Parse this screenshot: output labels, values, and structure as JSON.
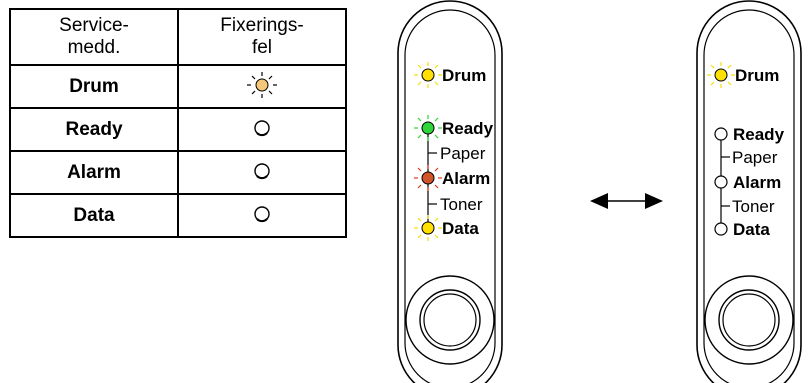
{
  "table": {
    "header": {
      "col1_line1": "Service-",
      "col1_line2": "medd.",
      "col2_line1": "Fixerings-",
      "col2_line2": "fel"
    },
    "rows": [
      {
        "label": "Drum",
        "led_state": "blinking",
        "led_color": "#f5c778"
      },
      {
        "label": "Ready",
        "led_state": "off"
      },
      {
        "label": "Alarm",
        "led_state": "off"
      },
      {
        "label": "Data",
        "led_state": "off"
      }
    ]
  },
  "panel_left": {
    "labels": {
      "drum": "Drum",
      "ready": "Ready",
      "paper": "Paper",
      "alarm": "Alarm",
      "toner": "Toner",
      "data": "Data"
    },
    "leds": {
      "drum": {
        "state": "on",
        "color": "#ffe000"
      },
      "ready": {
        "state": "on",
        "color": "#2ed63a"
      },
      "alarm": {
        "state": "on",
        "color": "#d2542a"
      },
      "data": {
        "state": "on",
        "color": "#ffe000"
      }
    }
  },
  "panel_right": {
    "labels": {
      "drum": "Drum",
      "ready": "Ready",
      "paper": "Paper",
      "alarm": "Alarm",
      "toner": "Toner",
      "data": "Data"
    },
    "leds": {
      "drum": {
        "state": "on",
        "color": "#ffe000"
      },
      "ready": {
        "state": "off"
      },
      "alarm": {
        "state": "off"
      },
      "data": {
        "state": "off"
      }
    }
  },
  "arrow": {
    "meaning": "alternating"
  },
  "colors": {
    "ray_yellow": "#f0e000",
    "ray_green": "#2ed63a",
    "ray_red": "#e03a1a",
    "ray_orange": "#e8a030"
  }
}
